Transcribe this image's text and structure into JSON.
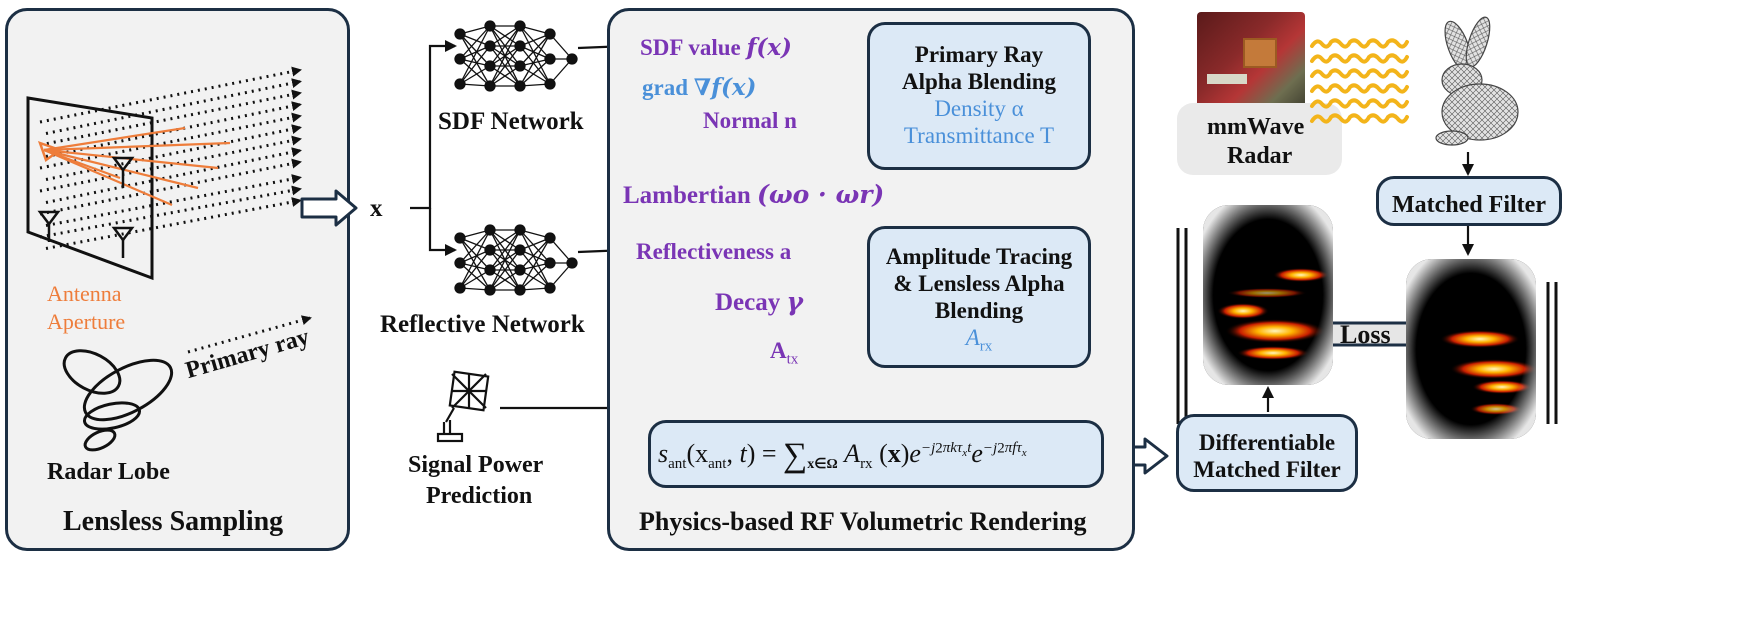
{
  "left_panel": {
    "title": "Lensless Sampling",
    "antenna_label_1": "Antenna",
    "antenna_label_2": "Aperture",
    "primary_ray": "Primary ray",
    "radar_lobe": "Radar Lobe"
  },
  "input_symbol": "x",
  "networks": {
    "sdf": "SDF Network",
    "reflective": "Reflective Network"
  },
  "signal_power": {
    "line1": "Signal Power",
    "line2": "Prediction"
  },
  "middle_panel": {
    "title": "Physics-based RF Volumetric Rendering",
    "sdf_value": "SDF value",
    "sdf_value_math": "f(x)",
    "grad": "grad",
    "grad_math": "∇f(x)",
    "normal": "Normal n",
    "lambertian": "Lambertian",
    "lambertian_math": "(ωo · ωr)",
    "reflectiveness": "Reflectiveness a",
    "decay": "Decay",
    "decay_math": "γ",
    "a_tx": "A",
    "a_tx_sub": "tx",
    "box1": {
      "line1": "Primary Ray",
      "line2": "Alpha Blending",
      "line3": "Density α",
      "line4": "Transmittance T"
    },
    "box2": {
      "line1": "Amplitude Tracing",
      "line2": "& Lensless Alpha",
      "line3": "Blending",
      "line4": "A",
      "line4_sub": "rx"
    },
    "equation": "s_ant(x_ant, t) = Σ_{x∈Ω} A_rx(x) e^{−j2πkτ_x t} e^{−j2πfτ_x}"
  },
  "right_section": {
    "radar_label_1": "mmWave",
    "radar_label_2": "Radar",
    "matched_filter": "Matched Filter",
    "loss": "Loss",
    "dmf_line1": "Differentiable",
    "dmf_line2": "Matched Filter"
  },
  "colors": {
    "panel_border": "#1c2f44",
    "panel_fill": "#f2f2f2",
    "box_fill": "#dce9f6",
    "purple_text": "#7a35b5",
    "blue_text": "#4a90d9",
    "orange_text": "#ee7d3b",
    "wave": "#f3b41a"
  }
}
